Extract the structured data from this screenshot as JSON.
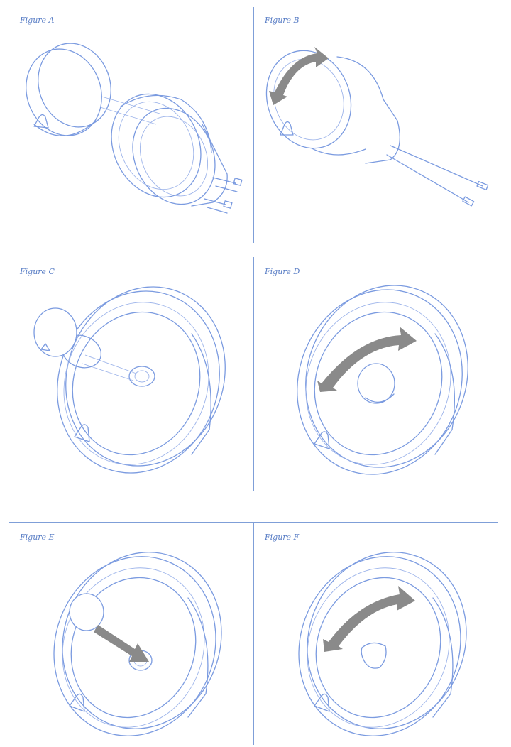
{
  "figures": {
    "a": {
      "label": "Figure A"
    },
    "b": {
      "label": "Figure B"
    },
    "c": {
      "label": "Figure C"
    },
    "d": {
      "label": "Figure D"
    },
    "e": {
      "label": "Figure E"
    },
    "f": {
      "label": "Figure F"
    }
  },
  "colors": {
    "line": "#7b9be0",
    "caption": "#5b7fc6",
    "divider": "#7f9fd8",
    "arrow": "#8a8a8a"
  }
}
